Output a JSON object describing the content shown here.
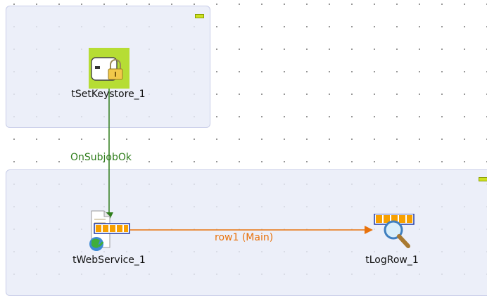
{
  "subjobs": [
    {
      "components": [
        "tSetKeystore_1"
      ]
    },
    {
      "components": [
        "tWebService_1",
        "tLogRow_1"
      ]
    }
  ],
  "components": {
    "set_keystore": {
      "label": "tSetKeystore_1",
      "icon": "keystore-lock-icon"
    },
    "web_service": {
      "label": "tWebService_1",
      "icon": "webservice-icon"
    },
    "log_row": {
      "label": "tLogRow_1",
      "icon": "logrow-magnifier-icon"
    }
  },
  "connections": {
    "on_subjob_ok": {
      "label": "OnSubjobOk",
      "color": "#2e7d1a"
    },
    "row1": {
      "label": "row1 (Main)",
      "color": "#e8720c"
    }
  },
  "colors": {
    "subjob_fill": "#e8ebf8",
    "subjob_border": "#c8cde8",
    "collapse_button": "#cde020",
    "grid_dot": "#7d7d7d"
  }
}
